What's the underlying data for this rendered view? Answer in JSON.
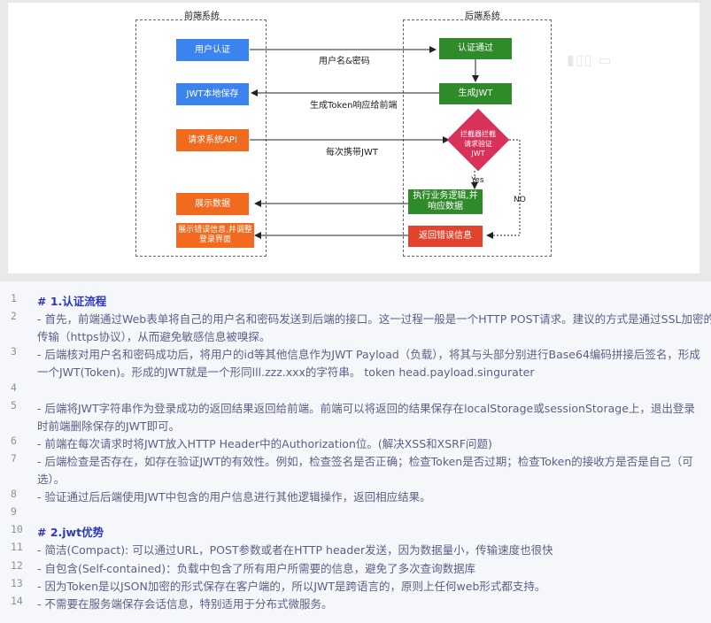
{
  "diagram": {
    "frontend_title": "前端系统",
    "backend_title": "后端系统",
    "nodes": {
      "user_auth": "用户认证",
      "jwt_local_save": "JWT本地保存",
      "request_api": "请求系统API",
      "show_data": "展示数据",
      "show_error": "展示错误信息,并调整登录界面",
      "auth_pass": "认证通过",
      "generate_jwt": "生成JWT",
      "interceptor": "拦截器拦截请求验证JWT",
      "execute_logic": "执行业务逻辑,并响应数据",
      "return_error": "返回错误信息"
    },
    "edges": {
      "username_password": "用户名&密码",
      "token_response": "生成Token响应给前端",
      "carry_jwt": "每次携带JWT",
      "yes": "Yes",
      "no": "NO"
    }
  },
  "colors": {
    "frontend_blue": "#3b84f0",
    "backend_green": "#2f8a2a",
    "frontend_orange": "#f16a1e",
    "error_red": "#e2432c",
    "interceptor_pink": "#d9325a",
    "heading_blue": "#2e38b8",
    "text_gray": "#5a5f88"
  },
  "code": {
    "lines": [
      {
        "num": "1",
        "text": "# 1.认证流程"
      },
      {
        "num": "2",
        "text": "- 首先，前端通过Web表单将自己的用户名和密码发送到后端的接口。这一过程一般是一个HTTP POST请求。建议的方式是通过SSL加密的"
      },
      {
        "num": "",
        "text": "传输（https协议），从而避免敏感信息被嗅探。"
      },
      {
        "num": "3",
        "text": "- 后端核对用户名和密码成功后，将用户的id等其他信息作为JWT Payload（负载），将其与头部分别进行Base64编码拼接后签名，形成"
      },
      {
        "num": "",
        "text": "一个JWT(Token)。形成的JWT就是一个形同lll.zzz.xxx的字符串。 token head.payload.singurater"
      },
      {
        "num": "4",
        "text": ""
      },
      {
        "num": "5",
        "text": "- 后端将JWT字符串作为登录成功的返回结果返回给前端。前端可以将返回的结果保存在localStorage或sessionStorage上，退出登录"
      },
      {
        "num": "",
        "text": "时前端删除保存的JWT即可。"
      },
      {
        "num": "6",
        "text": "- 前端在每次请求时将JWT放入HTTP Header中的Authorization位。(解决XSS和XSRF问题)"
      },
      {
        "num": "7",
        "text": "- 后端检查是否存在，如存在验证JWT的有效性。例如，检查签名是否正确；检查Token是否过期；检查Token的接收方是否是自己（可"
      },
      {
        "num": "",
        "text": "选）。"
      },
      {
        "num": "8",
        "text": "- 验证通过后后端使用JWT中包含的用户信息进行其他逻辑操作，返回相应结果。"
      },
      {
        "num": "9",
        "text": ""
      },
      {
        "num": "10",
        "text": "# 2.jwt优势"
      },
      {
        "num": "11",
        "text": "- 简洁(Compact): 可以通过URL，POST参数或者在HTTP header发送，因为数据量小，传输速度也很快"
      },
      {
        "num": "12",
        "text": "- 自包含(Self-contained)：负载中包含了所有用户所需要的信息，避免了多次查询数据库"
      },
      {
        "num": "13",
        "text": "- 因为Token是以JSON加密的形式保存在客户端的，所以JWT是跨语言的，原则上任何web形式都支持。"
      },
      {
        "num": "14",
        "text": "- 不需要在服务端保存会话信息，特别适用于分布式微服务。"
      }
    ]
  }
}
